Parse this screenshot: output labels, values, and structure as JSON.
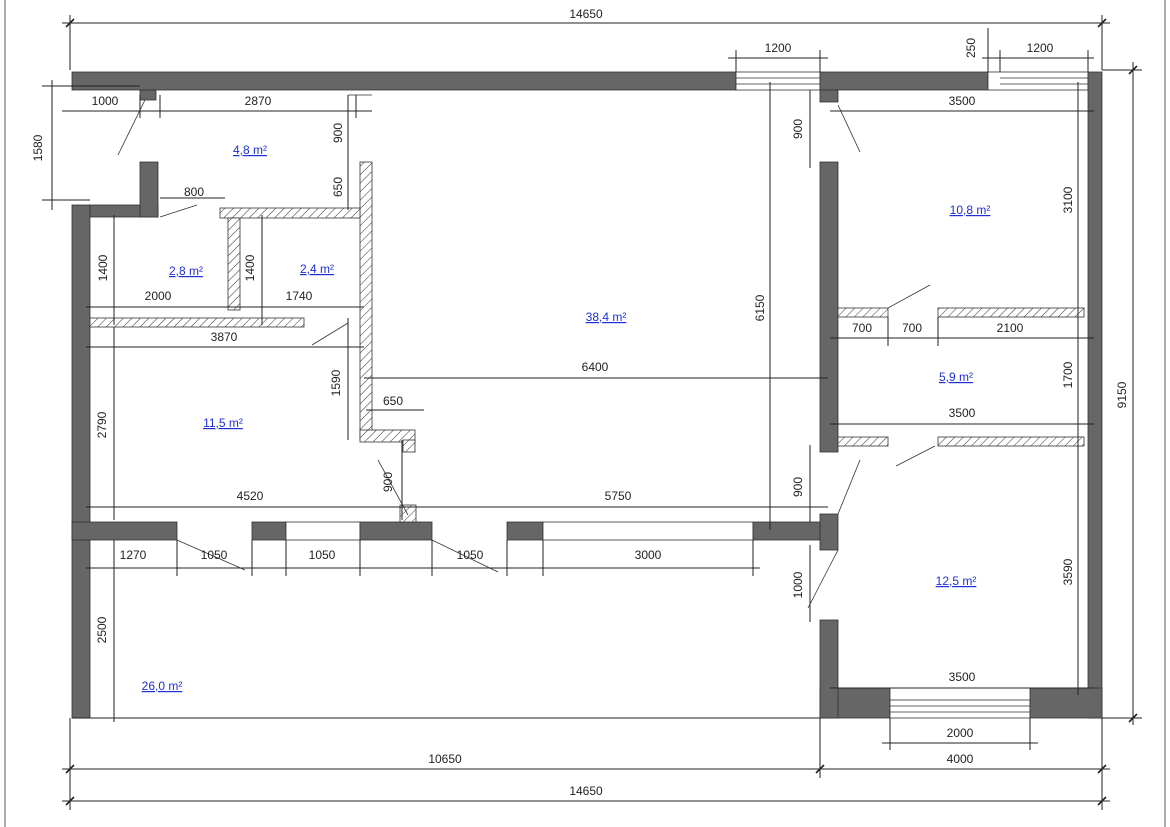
{
  "dimensions": {
    "top_total": "14650",
    "bottom_total": "14650",
    "bottom_left": "10650",
    "bottom_right": "4000",
    "right_total": "9150",
    "win_top_middle": "1200",
    "win_top_right": "1200",
    "top_right_gap": "250",
    "corridor_1000": "1000",
    "corridor_2870": "2870",
    "left_1580": "1580",
    "v_900_top": "900",
    "v_650": "650",
    "bath_door_800": "800",
    "bath1_height": "1400",
    "bath2_height": "1400",
    "bath1_width": "2000",
    "bath2_width": "1740",
    "hall_width": "3870",
    "living_6150": "6150",
    "living_6400": "6400",
    "v_1590": "1590",
    "niche_650": "650",
    "left_2790": "2790",
    "v_900_mid": "900",
    "width_4520": "4520",
    "width_5750": "5750",
    "seg_1270": "1270",
    "seg_1050_a": "1050",
    "seg_1050_b": "1050",
    "seg_1050_c": "1050",
    "seg_3000": "3000",
    "left_2500": "2500",
    "r_3500_top": "3500",
    "r_v_900_top": "900",
    "r_3100": "3100",
    "r_700_a": "700",
    "r_700_b": "700",
    "r_2100": "2100",
    "r_1700": "1700",
    "r_3500_mid": "3500",
    "r_v_900_mid": "900",
    "r_1000": "1000",
    "r_3590": "3590",
    "r_3500_bot": "3500",
    "r_2000": "2000"
  },
  "areas": {
    "room_4_8": "4,8 m²",
    "room_2_8": "2,8 m²",
    "room_2_4": "2,4 m²",
    "room_38_4": "38,4 m²",
    "room_11_5": "11,5 m²",
    "room_26_0": "26,0 m²",
    "room_10_8": "10,8 m²",
    "room_5_9": "5,9 m²",
    "room_12_5": "12,5 m²"
  },
  "colors": {
    "wall": "#666666",
    "area_link": "#1f2fd6",
    "dimension_line": "#222222"
  }
}
